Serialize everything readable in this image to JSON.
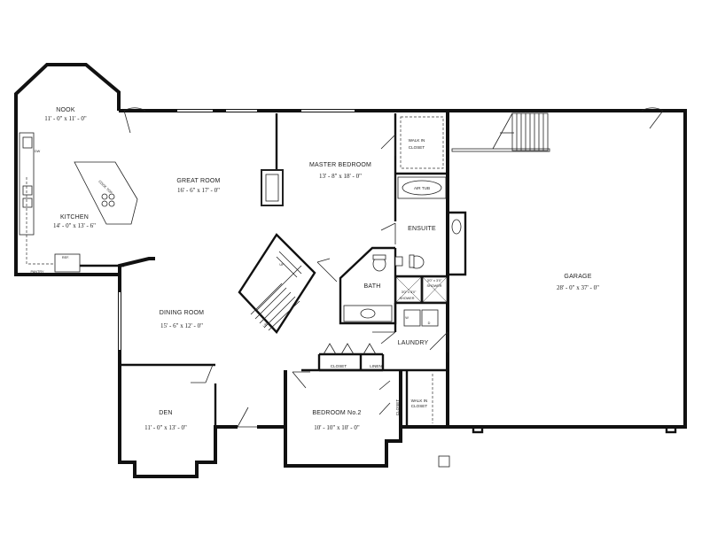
{
  "plan": {
    "rooms": [
      {
        "id": "nook",
        "name": "NOOK",
        "dims": "11' - 0\" x 11' - 0\""
      },
      {
        "id": "great-room",
        "name": "GREAT ROOM",
        "dims": "16' - 6\" x 17' - 0\""
      },
      {
        "id": "kitchen",
        "name": "KITCHEN",
        "dims": "14' - 0\" x 13' - 6\""
      },
      {
        "id": "master-bedroom",
        "name": "MASTER BEDROOM",
        "dims": "13' - 8\" x 18' - 0\""
      },
      {
        "id": "ensuite",
        "name": "ENSUITE",
        "dims": ""
      },
      {
        "id": "bath",
        "name": "BATH",
        "dims": ""
      },
      {
        "id": "garage",
        "name": "GARAGE",
        "dims": "28' - 0\" x 37' - 0\""
      },
      {
        "id": "dining-room",
        "name": "DINING ROOM",
        "dims": "15' - 6\" x 12' - 0\""
      },
      {
        "id": "laundry",
        "name": "LAUNDRY",
        "dims": ""
      },
      {
        "id": "den",
        "name": "DEN",
        "dims": "11' - 0\" x 13' - 0\""
      },
      {
        "id": "bedroom-2",
        "name": "BEDROOM No.2",
        "dims": "10' - 10\" x 10' - 0\""
      }
    ],
    "small_labels": {
      "walk_in_closet_master_1": "WALK IN",
      "walk_in_closet_master_2": "CLOSET",
      "air_tub": "AIR TUB",
      "shower_dims_1": "3'0\" x 3'0\"",
      "shower_dims_1b": "SHOWER",
      "shower_dims_2": "3'0\" x 3'0\"",
      "shower_dims_2b": "SHOWER",
      "closet_hall": "CLOSET",
      "linen": "LINEN",
      "walk_in_closet_bed2_1": "WALK IN",
      "walk_in_closet_bed2_2": "CLOSET",
      "closet_bed2": "CLOSET",
      "pantry": "PANTRY",
      "ref": "REF.",
      "dw": "DW",
      "cook_top": "COOK TOP",
      "up": "UP",
      "w": "W",
      "d": "D"
    }
  }
}
